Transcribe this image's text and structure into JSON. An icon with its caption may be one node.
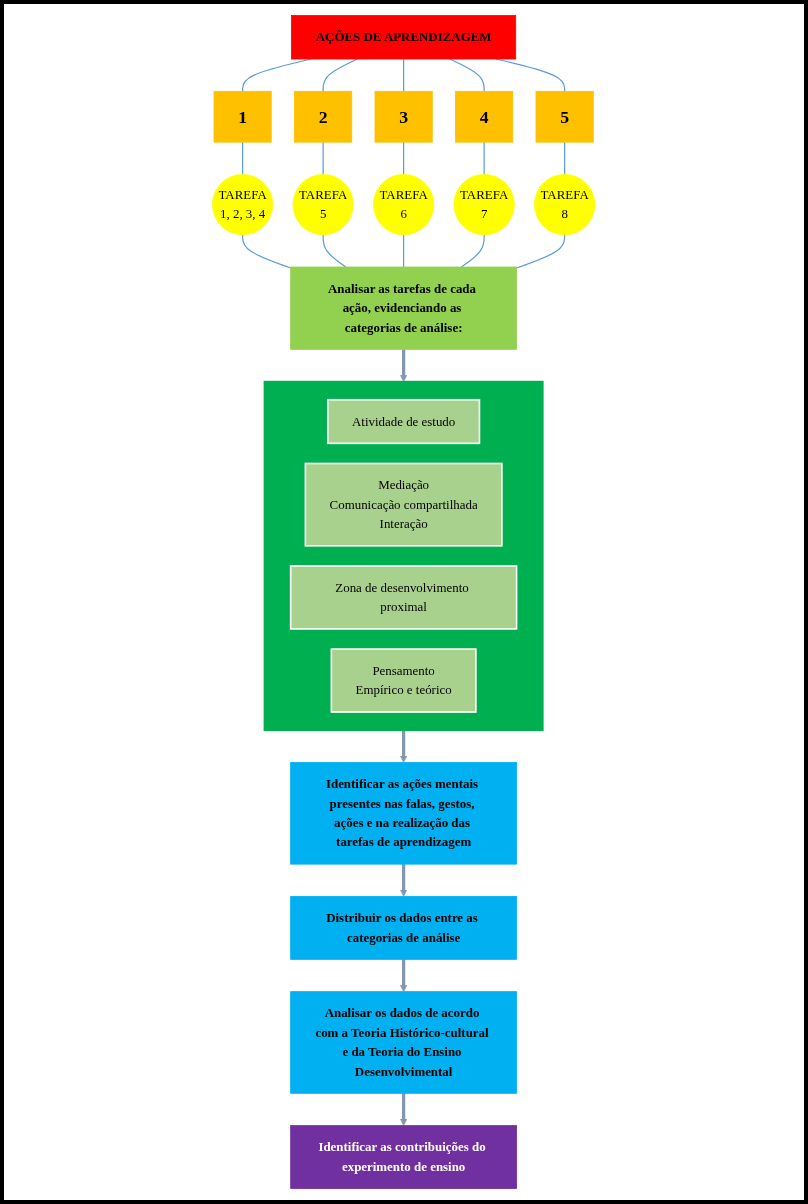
{
  "diagram": {
    "nodes": [
      {
        "text": [
          "AÇÕES DE APRENDIZAGEM"
        ]
      },
      {
        "text": [
          "1"
        ]
      },
      {
        "text": [
          "2"
        ]
      },
      {
        "text": [
          "3"
        ]
      },
      {
        "text": [
          "4"
        ]
      },
      {
        "text": [
          "5"
        ]
      },
      {
        "text": [
          "TAREFA",
          "1, 2, 3, 4"
        ]
      },
      {
        "text": [
          "TAREFA",
          "5"
        ]
      },
      {
        "text": [
          "TAREFA",
          "6"
        ]
      },
      {
        "text": [
          "TAREFA",
          "7"
        ]
      },
      {
        "text": [
          "TAREFA",
          "8"
        ]
      },
      {
        "text": [
          "Analisar as tarefas de cada ação, evidenciando as categorias de análise:"
        ]
      },
      {
        "text": [],
        "shape": "box"
      },
      {
        "text": [
          "Atividade de estudo"
        ],
        "in": 12
      },
      {
        "text": [
          "Mediação",
          "Comunicação compartilhada",
          "Interação"
        ],
        "in": 12
      },
      {
        "text": [
          "Zona de desenvolvimento proximal"
        ],
        "in": 12
      },
      {
        "text": [
          "Pensamento",
          "Empírico e teórico"
        ],
        "in": 12
      },
      {
        "text": [
          "Identificar as ações mentais presentes nas falas, gestos, ações e na realização das tarefas de aprendizagem"
        ]
      },
      {
        "text": [
          "Distribuir os dados entre as categorias de análise"
        ]
      },
      {
        "text": [
          "Analisar os dados de acordo com a Teoria Histórico-cultural e da Teoria do Ensino Desenvolvimental"
        ]
      },
      {
        "text": [
          "Identificar as contribuições do experimento de ensino"
        ]
      }
    ],
    "edges": [
      {
        "from": 0,
        "to": 1,
        "arrow": "none"
      },
      {
        "from": 0,
        "to": 2,
        "arrow": "none"
      },
      {
        "from": 0,
        "to": 3,
        "arrow": "none"
      },
      {
        "from": 0,
        "to": 4,
        "arrow": "none"
      },
      {
        "from": 0,
        "to": 5,
        "arrow": "none"
      },
      {
        "from": 1,
        "to": 6,
        "arrow": "none"
      },
      {
        "from": 2,
        "to": 7,
        "arrow": "none"
      },
      {
        "from": 3,
        "to": 8,
        "arrow": "none"
      },
      {
        "from": 4,
        "to": 9,
        "arrow": "none"
      },
      {
        "from": 5,
        "to": 10,
        "arrow": "none"
      },
      {
        "from": 6,
        "to": 11,
        "arrow": "none"
      },
      {
        "from": 7,
        "to": 11,
        "arrow": "none"
      },
      {
        "from": 8,
        "to": 11,
        "arrow": "none"
      },
      {
        "from": 9,
        "to": 11,
        "arrow": "none"
      },
      {
        "from": 10,
        "to": 11,
        "arrow": "none"
      },
      {
        "from": 11,
        "to": 12,
        "arrow": "to",
        "style": "thick"
      },
      {
        "from": 12,
        "to": 17,
        "arrow": "to",
        "style": "thick"
      },
      {
        "from": 17,
        "to": 18,
        "arrow": "to",
        "style": "thick"
      },
      {
        "from": 18,
        "to": 19,
        "arrow": "to",
        "style": "thick"
      },
      {
        "from": 19,
        "to": 20,
        "arrow": "to",
        "style": "thick"
      }
    ]
  }
}
